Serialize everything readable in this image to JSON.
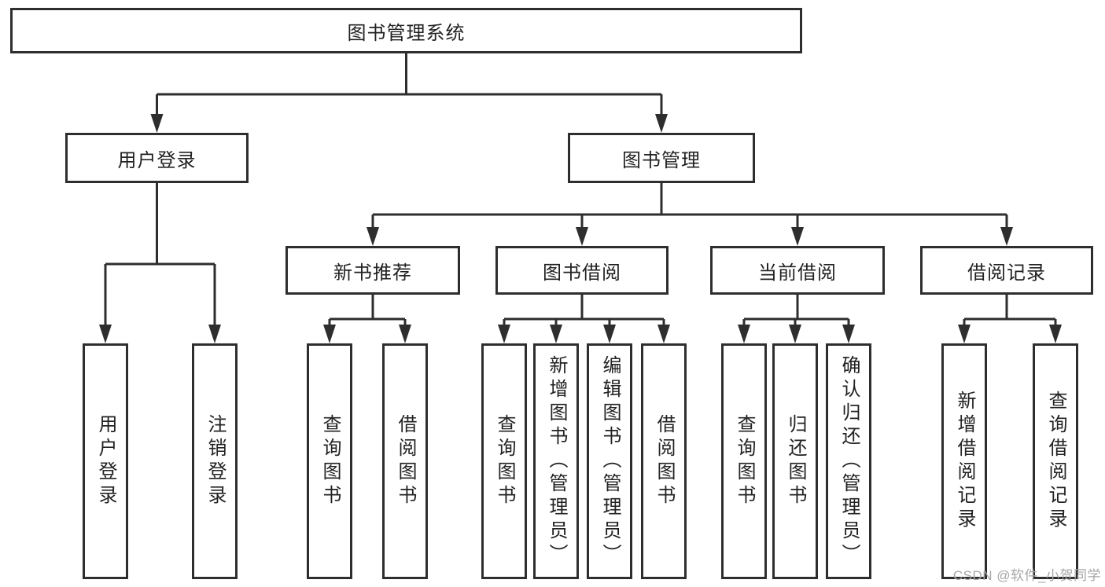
{
  "colors": {
    "line": "#2e2e2e",
    "text": "#222222",
    "box_background": "#ffffff",
    "watermark": "#a6a6a6"
  },
  "watermark": "CSDN @软件_小贺同学",
  "tree": {
    "root": "图书管理系统",
    "branches": [
      {
        "label": "用户登录",
        "children": [
          "用户登录",
          "注销登录"
        ]
      },
      {
        "label": "图书管理",
        "groups": [
          {
            "label": "新书推荐",
            "children": [
              "查询图书",
              "借阅图书"
            ]
          },
          {
            "label": "图书借阅",
            "children": [
              "查询图书",
              "新增图书（管理员）",
              "编辑图书（管理员）",
              "借阅图书"
            ]
          },
          {
            "label": "当前借阅",
            "children": [
              "查询图书",
              "归还图书",
              "确认归还（管理员）"
            ]
          },
          {
            "label": "借阅记录",
            "children": [
              "新增借阅记录",
              "查询借阅记录"
            ]
          }
        ]
      }
    ]
  }
}
